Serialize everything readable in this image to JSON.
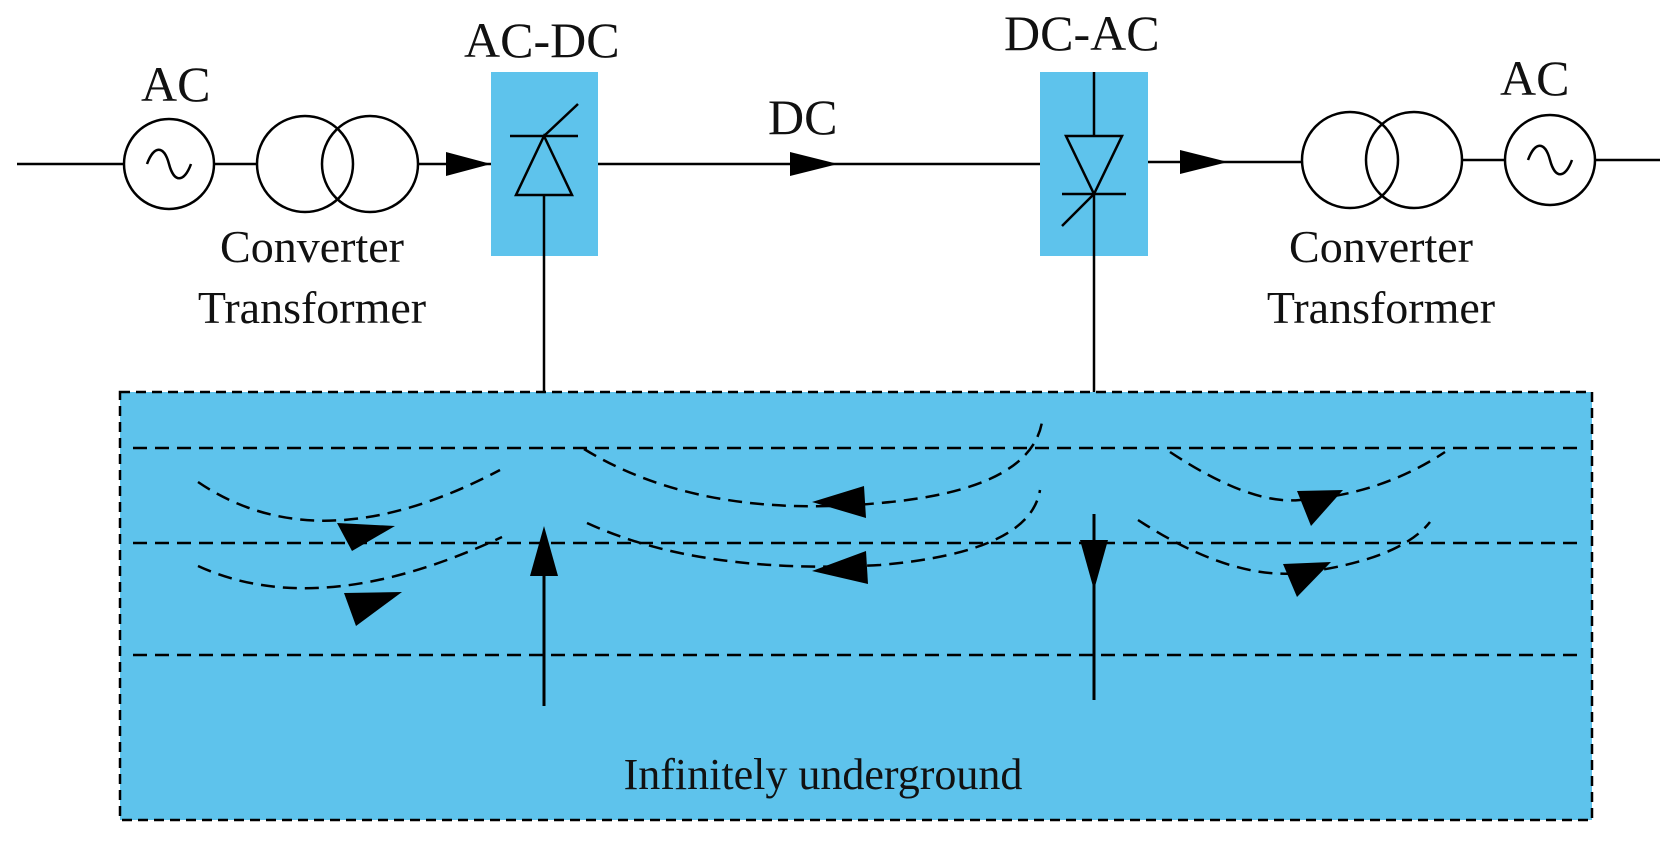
{
  "colors": {
    "block_fill": "#5ec3ec",
    "line": "#000000",
    "background": "#ffffff"
  },
  "labels": {
    "ac_left": "AC",
    "ac_right": "AC",
    "rectifier": "AC-DC",
    "inverter": "DC-AC",
    "dc_link": "DC",
    "transformer_left_line1": "Converter",
    "transformer_left_line2": "Transformer",
    "transformer_right_line1": "Converter",
    "transformer_right_line2": "Transformer",
    "ground": "Infinitely underground"
  },
  "icons": {
    "ac_source": "ac-source-sine-icon",
    "transformer": "two-winding-transformer-icon",
    "rectifier": "thyristor-up-icon",
    "inverter": "thyristor-down-icon"
  }
}
